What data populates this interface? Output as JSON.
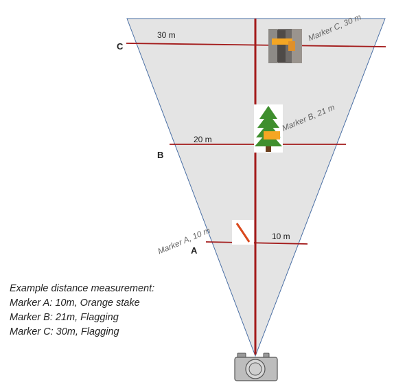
{
  "diagram": {
    "rows": [
      {
        "letter": "C",
        "distance_label": "30 m",
        "marker_label": "Marker C, 30 m"
      },
      {
        "letter": "B",
        "distance_label": "20 m",
        "marker_label": "Marker B, 21 m"
      },
      {
        "letter": "A",
        "distance_label": "10 m",
        "marker_label": "Marker A, 10 m"
      }
    ],
    "icons": {
      "camera": "camera-icon",
      "tree": "tree-with-flagging-icon",
      "stake": "orange-stake-icon",
      "photo": "flagging-photo-icon"
    },
    "colors": {
      "cone_fill": "#e4e4e4",
      "cone_edge": "#4a6fa5",
      "line": "#a31a1a",
      "flagging": "#f5a623",
      "tree": "#3f8f2e"
    }
  },
  "caption": {
    "title": "Example distance measurement:",
    "lines": [
      "Marker A: 10m, Orange stake",
      "Marker B: 21m, Flagging",
      "Marker C: 30m, Flagging"
    ]
  }
}
